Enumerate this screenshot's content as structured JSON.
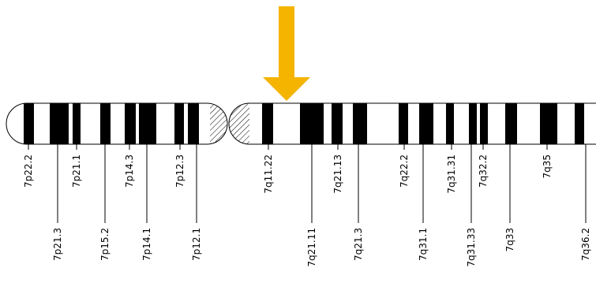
{
  "colors": {
    "background": "#ffffff",
    "band_dark": "#000000",
    "band_light": "#ffffff",
    "outline": "#000000",
    "arrow": "#f4b400"
  },
  "marker_icon": "down-arrow-icon",
  "upper_labels": [
    "7p22.2",
    "7p21.1",
    "7p14.3",
    "7p12.3",
    "7q11.22",
    "7q21.13",
    "7q22.2",
    "7q31.31",
    "7q32.2",
    "7q35"
  ],
  "lower_labels": [
    "7p21.3",
    "7p15.2",
    "7p14.1",
    "7p12.1",
    "7q21.11",
    "7q21.3",
    "7q31.1",
    "7q31.33",
    "7q33",
    "7q36.2"
  ]
}
